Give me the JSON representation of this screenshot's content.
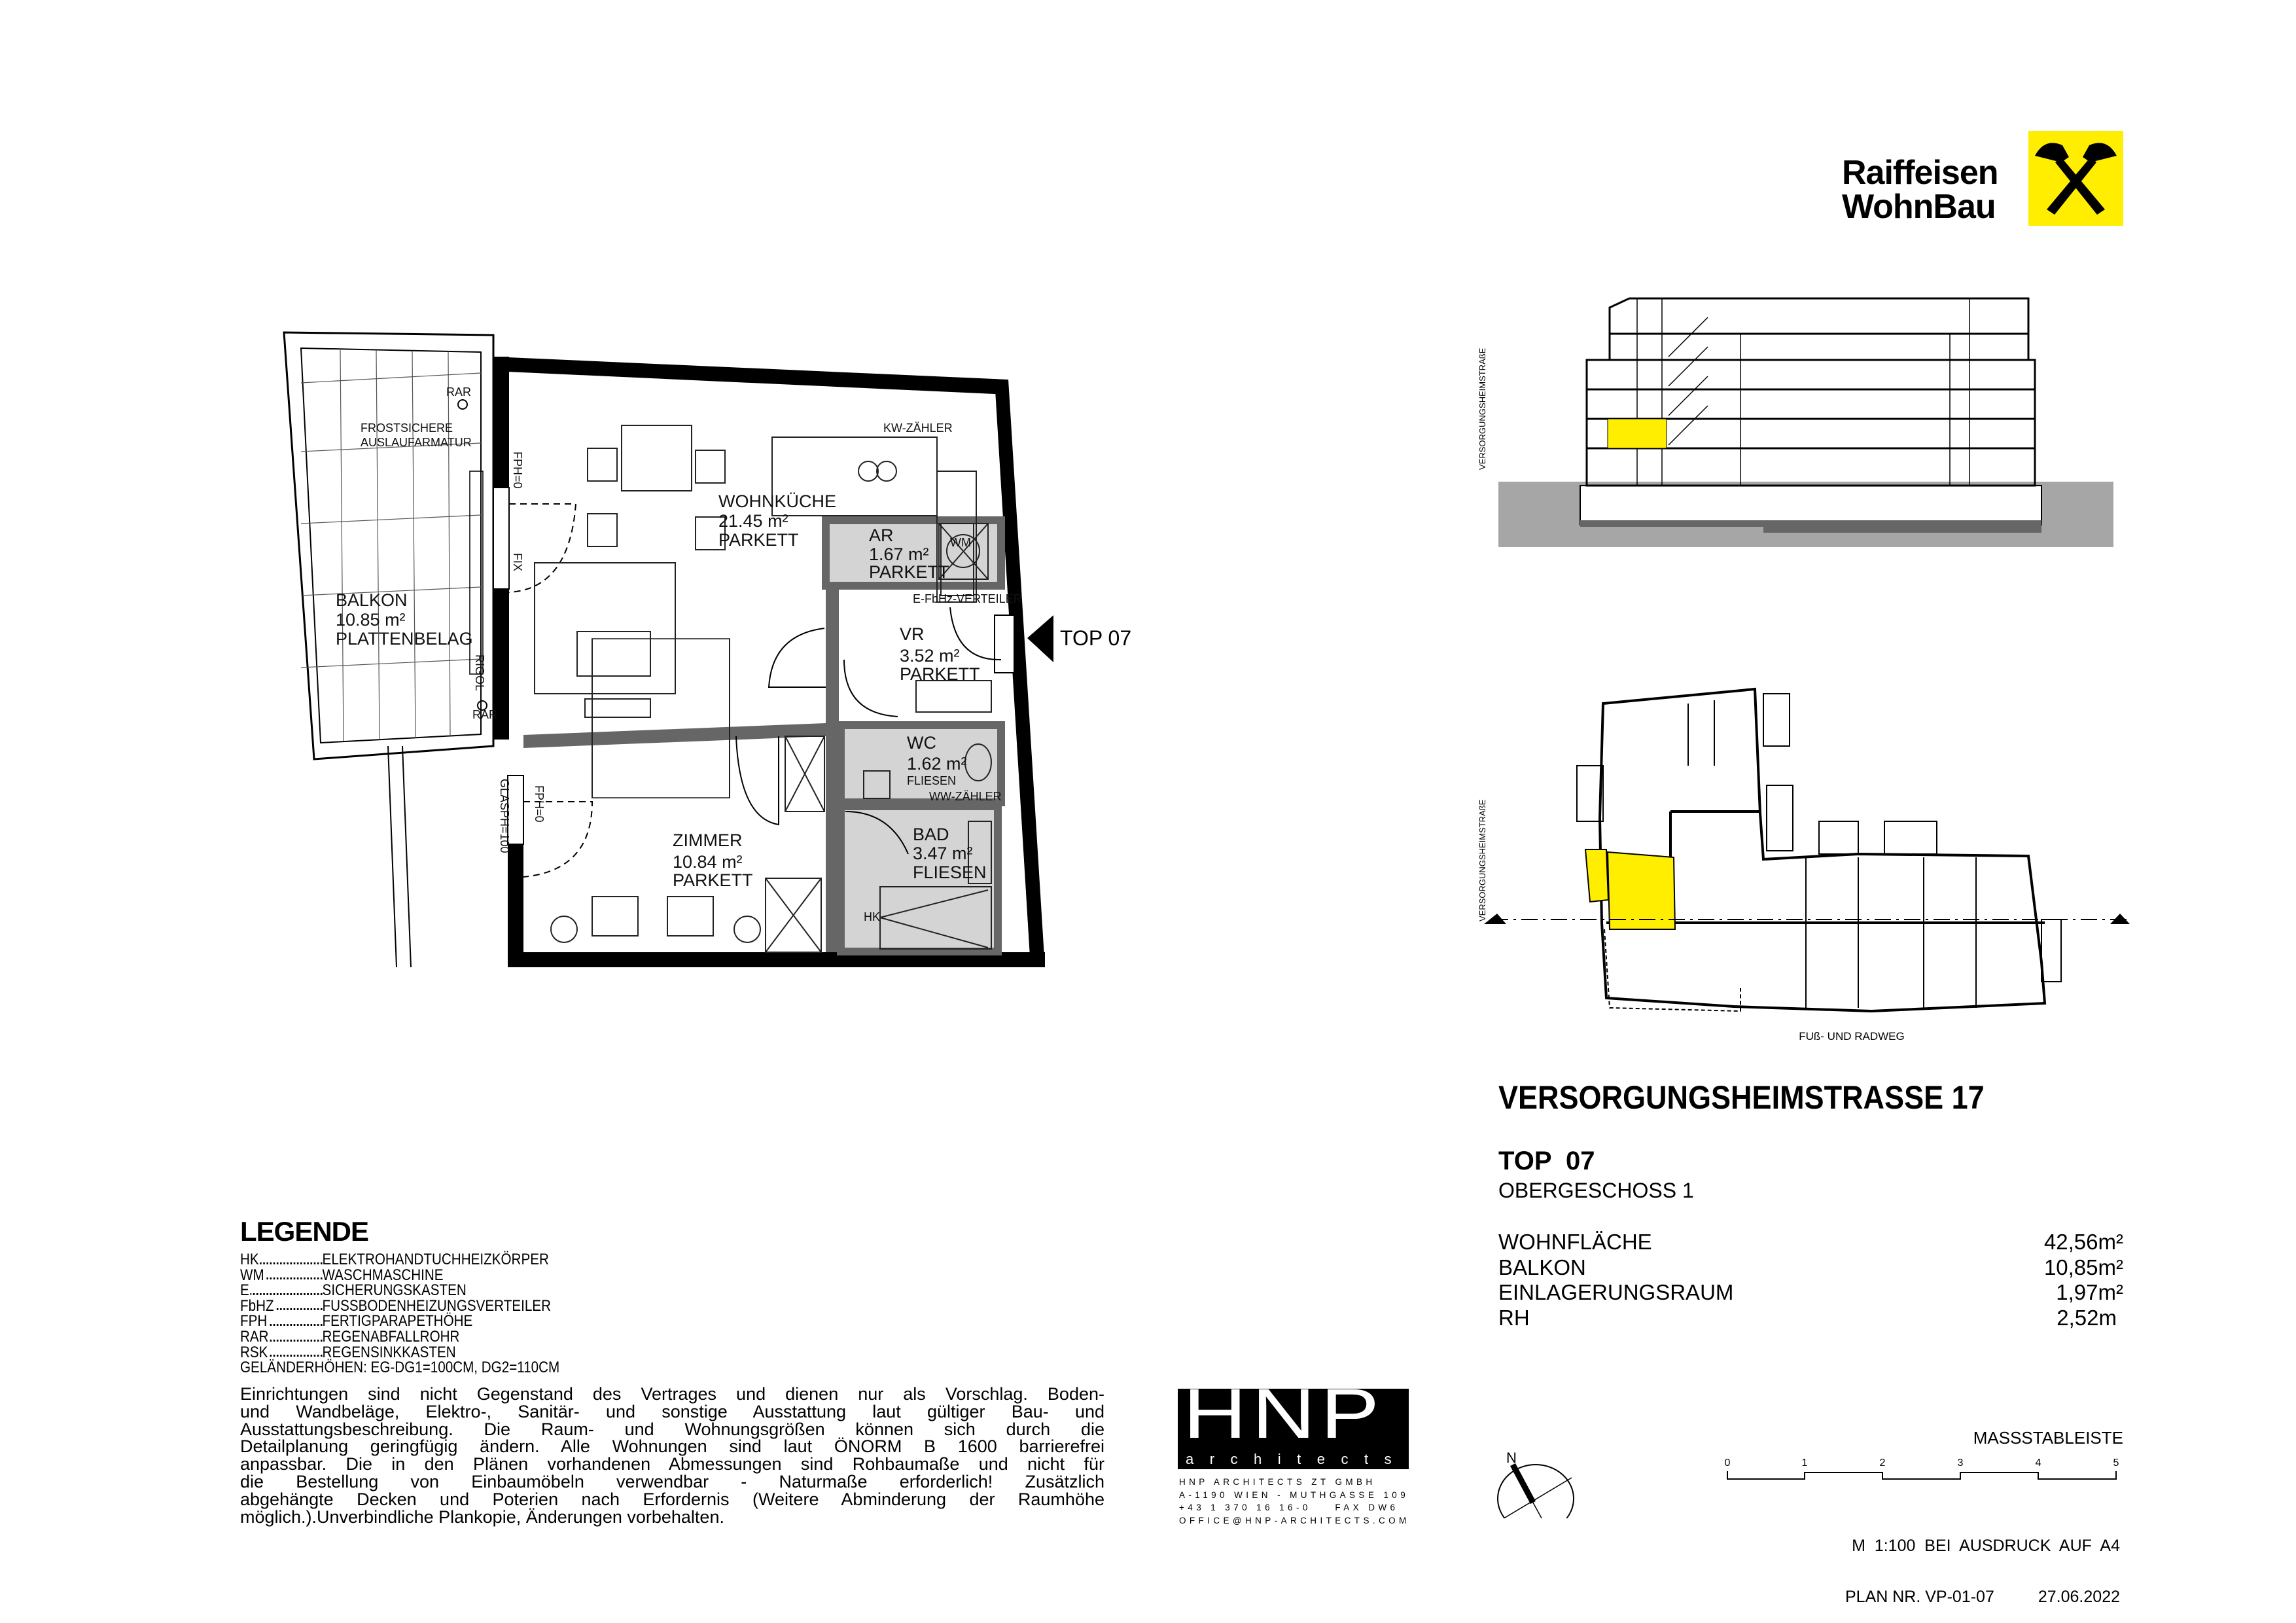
{
  "brand": {
    "name_line1": "Raiffeisen",
    "name_line2": "WohnBau",
    "accent_color": "#ffee00"
  },
  "floor_plan": {
    "rooms": [
      {
        "name": "WOHNKÜCHE",
        "area": "21.45 m²",
        "floor": "PARKETT"
      },
      {
        "name": "BALKON",
        "area": "10.85 m²",
        "floor": "PLATTENBELAG"
      },
      {
        "name": "AR",
        "area": "1.67 m²",
        "floor": "PARKETT"
      },
      {
        "name": "VR",
        "area": "3.52 m²",
        "floor": "PARKETT"
      },
      {
        "name": "WC",
        "area": "1.62 m²",
        "floor": "FLIESEN"
      },
      {
        "name": "BAD",
        "area": "3.47 m²",
        "floor": "FLIESEN"
      },
      {
        "name": "ZIMMER",
        "area": "10.84 m²",
        "floor": "PARKETT"
      }
    ],
    "annotations": {
      "frost_1": "FROSTSICHERE",
      "frost_2": "AUSLAUFARMATUR",
      "rar": "RAR",
      "kw": "KW-ZÄHLER",
      "efbhz": "E-FbHz-VERTEILER",
      "ww": "WW-ZÄHLER",
      "wm": "WM",
      "hk": "HK",
      "fph": "FPH=0",
      "fix": "FIX",
      "rigol": "RIGOL",
      "glasph": "GLASPH=100"
    },
    "entrance_label": "TOP 07",
    "wall_color": "#000000",
    "wet_room_color": "#d4d4d4"
  },
  "section": {
    "street_label": "VERSORGUNGSHEIMSTRAßE",
    "highlight_color": "#ffee00"
  },
  "site_plan": {
    "street_label": "VERSORGUNGSHEIMSTRAßE",
    "path_label": "FUß- UND RADWEG",
    "highlight_color": "#ffee00"
  },
  "info": {
    "address": "VERSORGUNGSHEIMSTRASSE 17",
    "top": "TOP  07",
    "floor": "OBERGESCHOSS 1",
    "areas": [
      {
        "label": "WOHNFLÄCHE",
        "value": "42,56m²"
      },
      {
        "label": "BALKON",
        "value": "10,85m²"
      },
      {
        "label": "EINLAGERUNGSRAUM",
        "value": "1,97m²"
      },
      {
        "label": "RH",
        "value": "2,52m"
      }
    ]
  },
  "scale": {
    "title": "MASSSTABLEISTE",
    "ticks": [
      "0",
      "1",
      "2",
      "3",
      "4",
      "5"
    ],
    "note": "M  1:100  BEI  AUSDRUCK  AUF  A4",
    "plan_no": "PLAN NR. VP-01-07",
    "date": "27.06.2022",
    "north": "N"
  },
  "legend": {
    "title": "LEGENDE",
    "items": [
      {
        "abbr": "HK",
        "text": "ELEKTROHANDTUCHHEIZKÖRPER"
      },
      {
        "abbr": "WM",
        "text": "WASCHMASCHINE"
      },
      {
        "abbr": "E",
        "text": "SICHERUNGSKASTEN"
      },
      {
        "abbr": "FbHZ",
        "text": "FUSSBODENHEIZUNGSVERTEILER"
      },
      {
        "abbr": "FPH",
        "text": "FERTIGPARAPETHÖHE"
      },
      {
        "abbr": "RAR",
        "text": "REGENABFALLROHR"
      },
      {
        "abbr": "RSK",
        "text": "REGENSINKKASTEN"
      }
    ],
    "railing": "GELÄNDERHÖHEN: EG-DG1=100CM, DG2=110CM",
    "disclaimer_lines": [
      "Einrichtungen sind nicht Gegenstand des Vertrages und dienen nur als Vorschlag. Boden-",
      "und Wandbeläge, Elektro-, Sanitär- und sonstige Ausstattung laut gültiger Bau- und",
      "Ausstattungsbeschreibung. Die Raum- und Wohnungsgrößen können sich durch die",
      "Detailplanung geringfügig ändern. Alle Wohnungen sind laut ÖNORM B 1600 barrierefrei",
      "anpassbar. Die in den Plänen vorhandenen Abmessungen sind Rohbaumaße und nicht für",
      "die Bestellung von Einbaumöbeln verwendbar - Naturmaße erforderlich! Zusätzlich",
      "abgehängte Decken und Poterien nach Erfordernis (Weitere Abminderung der Raumhöhe",
      "möglich.).Unverbindliche Plankopie, Änderungen vorbehalten."
    ]
  },
  "architect": {
    "logo_big": "HNP",
    "logo_small": "architects",
    "lines": [
      "HNP ARCHITECTS ZT GMBH",
      "A-1190 WIEN - MUTHGASSE 109",
      "+43 1 370 16 16-0    FAX DW6",
      "OFFICE@HNP-ARCHITECTS.COM"
    ]
  }
}
